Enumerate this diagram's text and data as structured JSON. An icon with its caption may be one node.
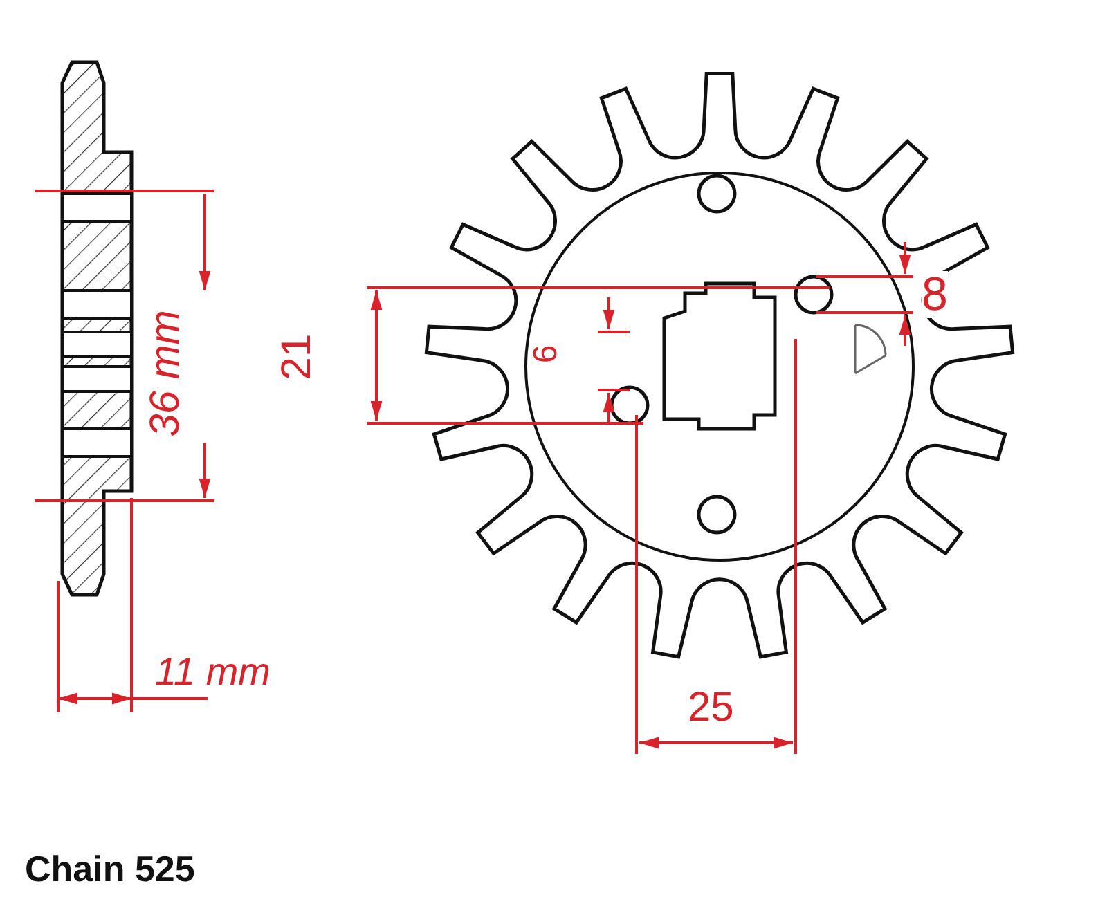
{
  "diagram": {
    "labels": [
      "36 mm",
      "11 mm",
      "21",
      "6",
      "8",
      "25",
      "Chain 525"
    ]
  }
}
